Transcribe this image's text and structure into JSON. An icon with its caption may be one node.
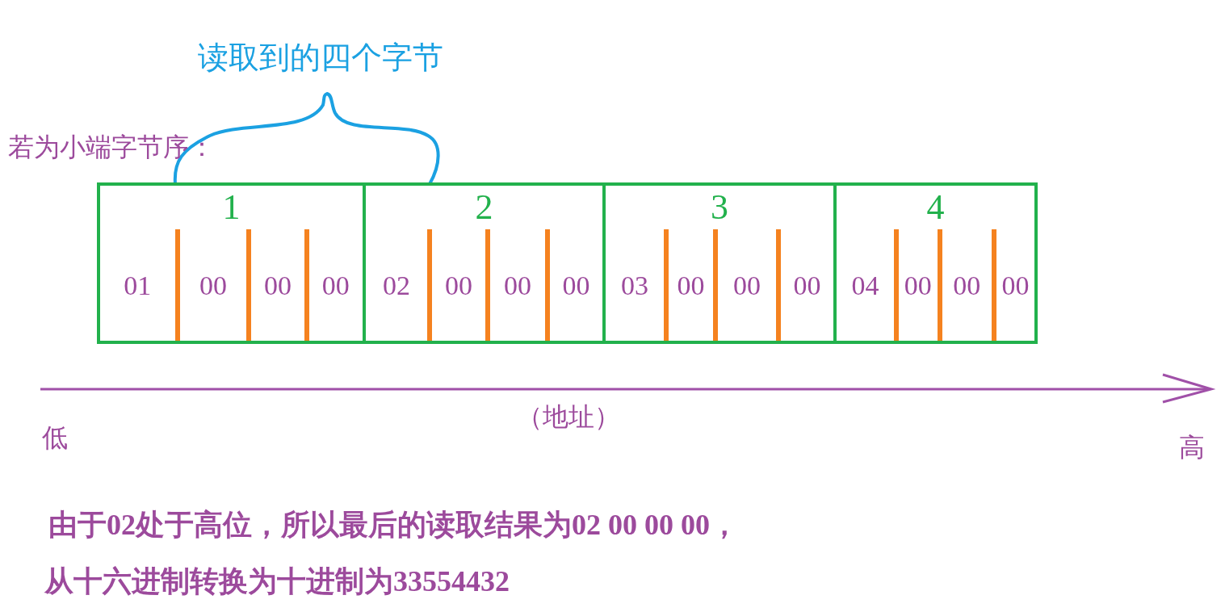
{
  "diagram": {
    "nodes": [
      {
        "text": [
          "1"
        ]
      },
      {
        "text": [
          "01"
        ],
        "in": 0
      },
      {
        "text": [
          "00"
        ],
        "in": 0
      },
      {
        "text": [
          "00"
        ],
        "in": 0
      },
      {
        "text": [
          "00"
        ],
        "in": 0
      },
      {
        "text": [
          "2"
        ]
      },
      {
        "text": [
          "02"
        ],
        "in": 5
      },
      {
        "text": [
          "00"
        ],
        "in": 5
      },
      {
        "text": [
          "00"
        ],
        "in": 5
      },
      {
        "text": [
          "00"
        ],
        "in": 5
      },
      {
        "text": [
          "3"
        ]
      },
      {
        "text": [
          "03"
        ],
        "in": 10
      },
      {
        "text": [
          "00"
        ],
        "in": 10
      },
      {
        "text": [
          "00"
        ],
        "in": 10
      },
      {
        "text": [
          "00"
        ],
        "in": 10
      },
      {
        "text": [
          "4"
        ]
      },
      {
        "text": [
          "04"
        ],
        "in": 15
      },
      {
        "text": [
          "00"
        ],
        "in": 15
      },
      {
        "text": [
          "00"
        ],
        "in": 15
      },
      {
        "text": [
          "00"
        ],
        "in": 15
      }
    ],
    "edges": [],
    "labels": [
      "读取到的四个字节",
      "若为小端字节序：",
      "低",
      "（地址）",
      "高",
      "由于02处于高位，所以最后的读取结果为02 00 00 00，",
      "从十六进制转换为十进制为33554432"
    ]
  }
}
